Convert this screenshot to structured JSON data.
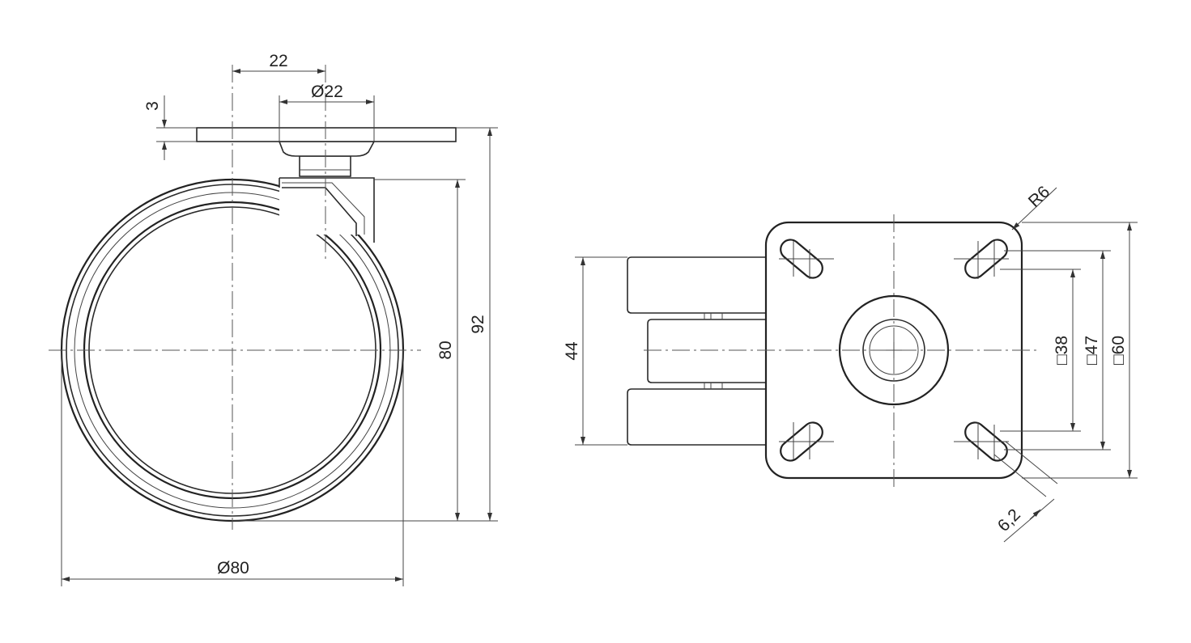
{
  "drawing": {
    "side_view": {
      "dim_offset": "22",
      "dim_stem_diameter": "Ø22",
      "dim_plate_thickness": "3",
      "dim_wheel_height": "80",
      "dim_total_height": "92",
      "dim_wheel_diameter": "Ø80"
    },
    "top_view": {
      "dim_wheel_width": "44",
      "dim_corner_radius": "R6",
      "dim_bolt_square_small": "□38",
      "dim_bolt_square_large": "□47",
      "dim_plate_square": "□60",
      "dim_slot_width": "6,2"
    }
  }
}
